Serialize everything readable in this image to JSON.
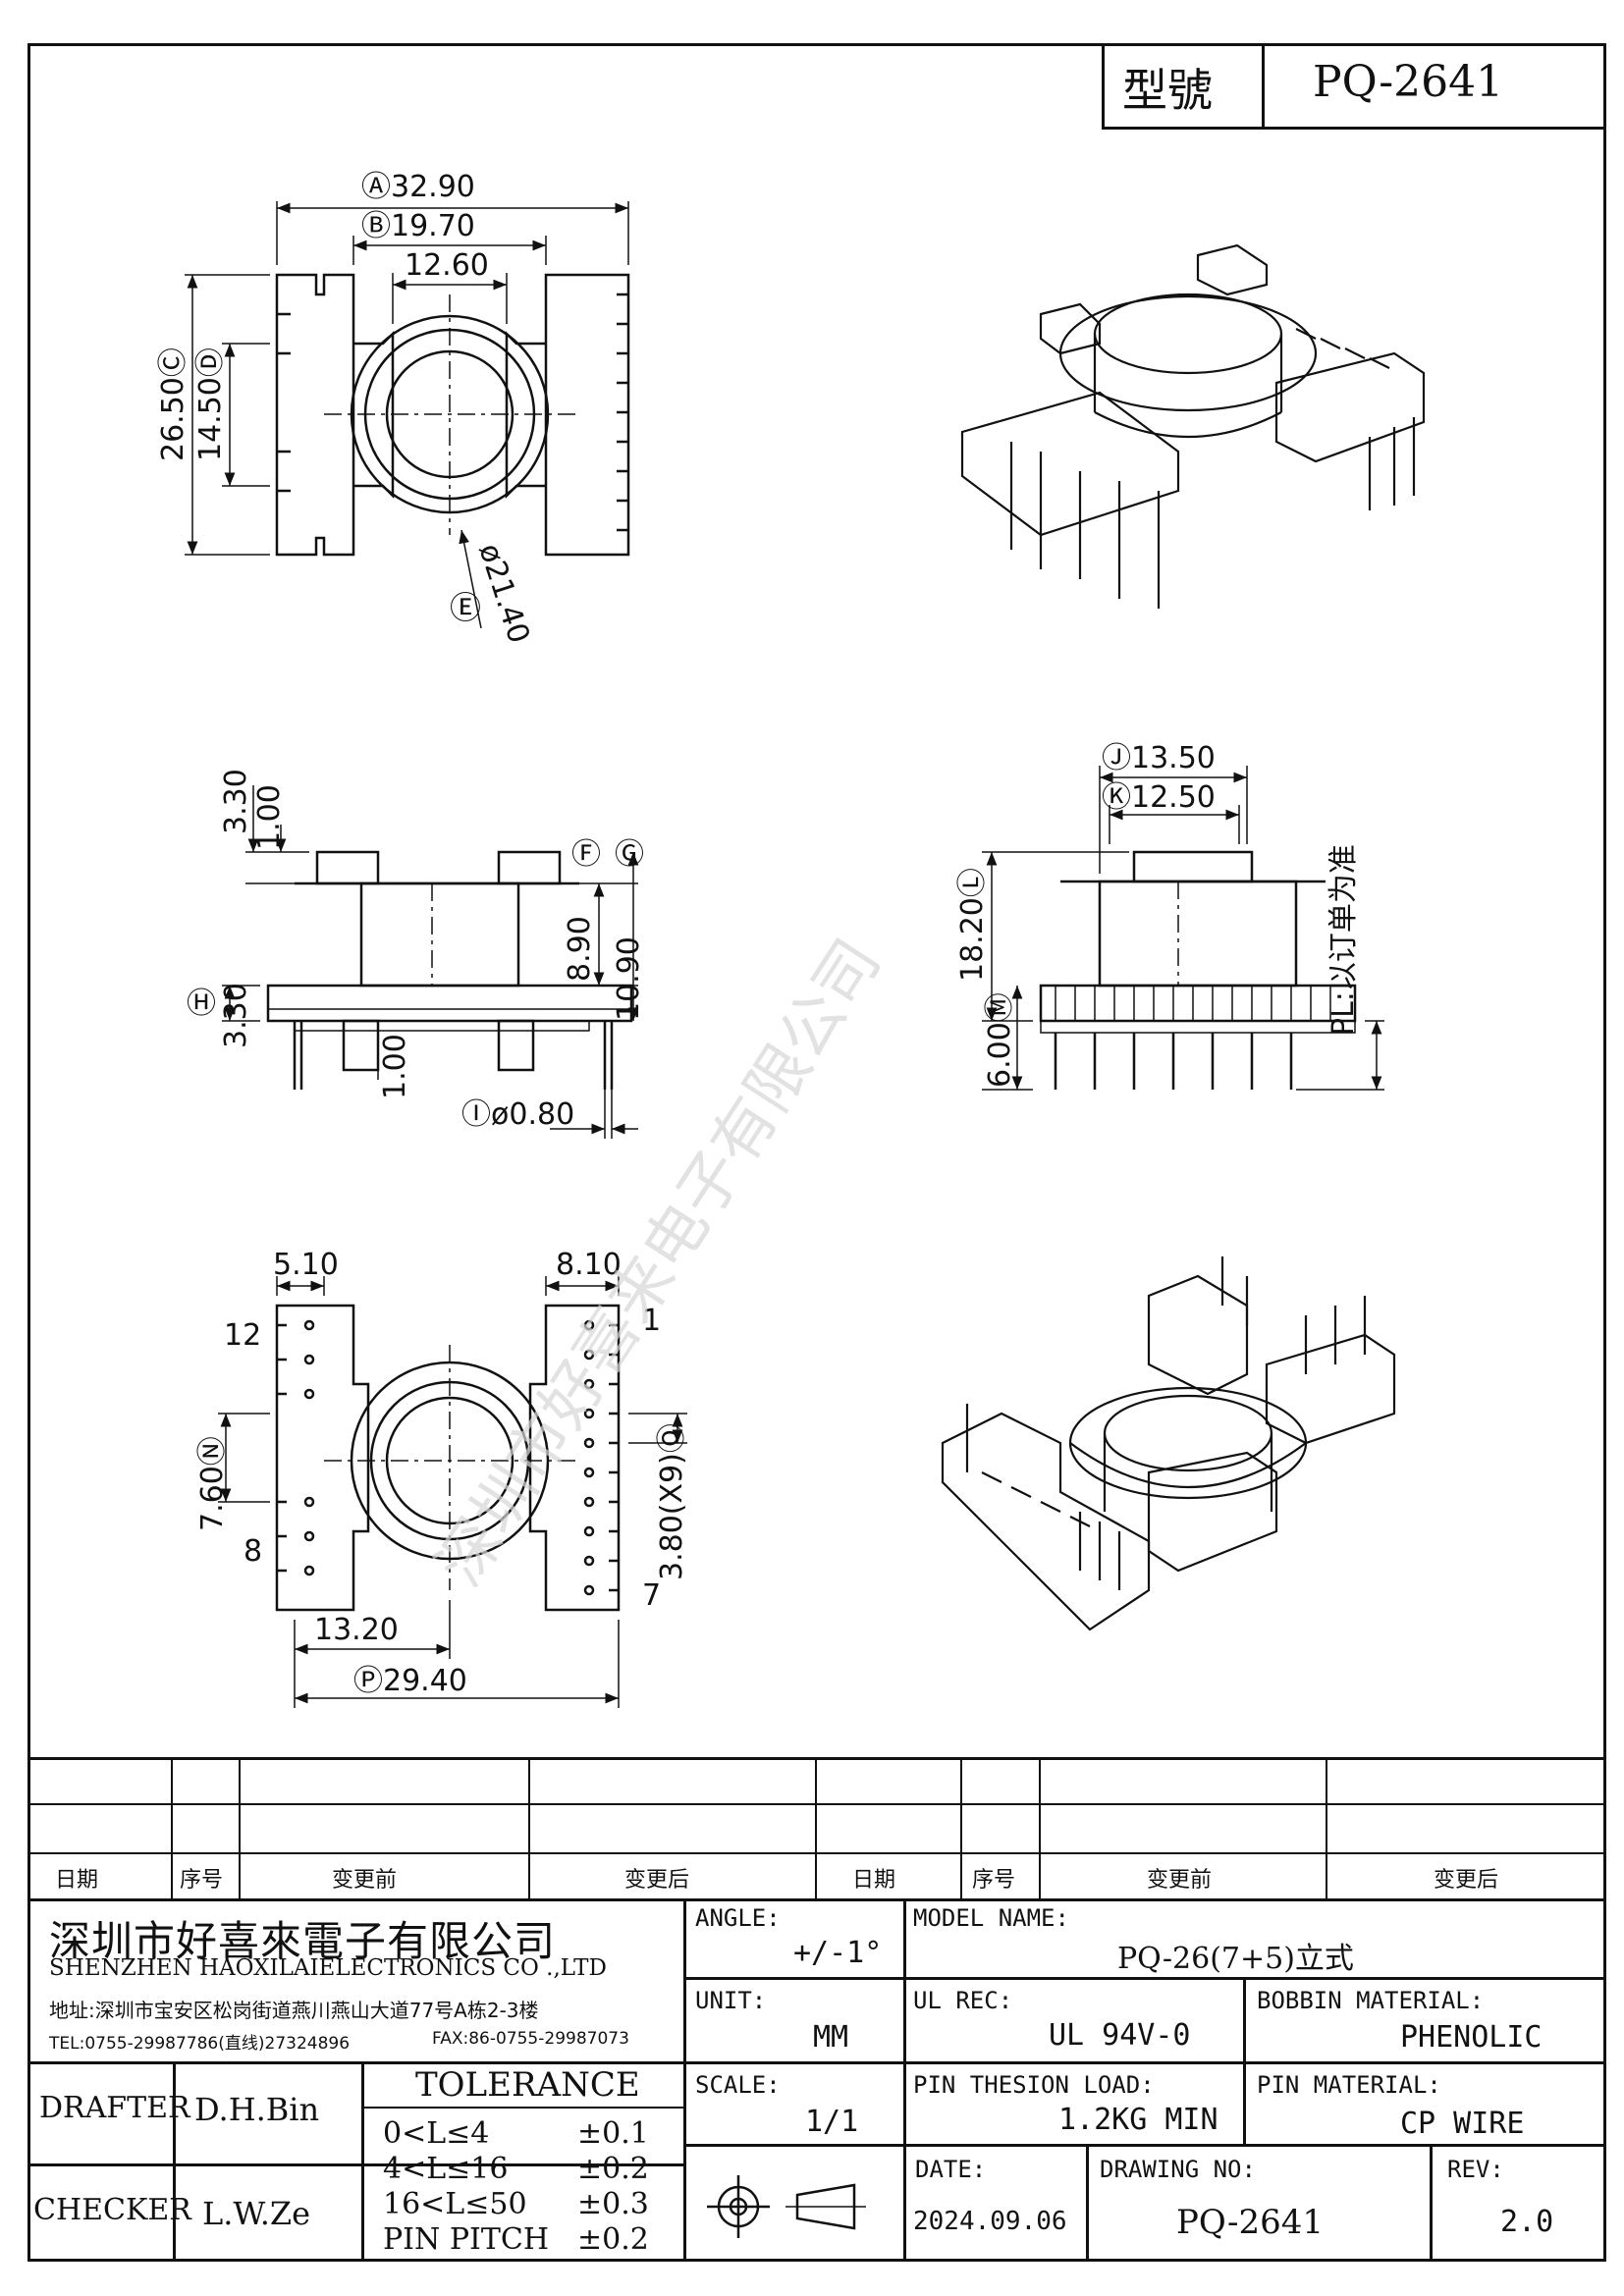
{
  "title_block": {
    "model_label": "型號",
    "model_value": "PQ-2641"
  },
  "views": {
    "top": {
      "dim_a": "Ⓐ32.90",
      "dim_b": "Ⓑ19.70",
      "dim_12_60": "12.60",
      "dim_c": "26.50Ⓒ",
      "dim_d": "14.50Ⓓ",
      "dim_e": "Ⓔ",
      "dim_e_val": "ø21.40"
    },
    "side": {
      "dim_3_30_top": "3.30",
      "dim_1_00_top": "1.00",
      "dim_f": "Ⓕ",
      "dim_g": "Ⓖ",
      "dim_8_90": "8.90",
      "dim_10_90": "10.90",
      "dim_h": "Ⓗ",
      "dim_3_30_bot": "3.30",
      "dim_1_00_bot": "1.00",
      "dim_i": "Ⓘø0.80"
    },
    "front": {
      "dim_j": "Ⓙ13.50",
      "dim_k": "Ⓚ12.50",
      "dim_l": "18.20Ⓛ",
      "dim_m": "6.00Ⓜ",
      "pl_note": "PL:以订单为准"
    },
    "bottom": {
      "dim_5_10": "5.10",
      "dim_8_10": "8.10",
      "pin_12": "12",
      "pin_1": "1",
      "pin_8": "8",
      "pin_7": "7",
      "dim_n": "7.60Ⓝ",
      "dim_o": "3.80(X9)Ⓞ",
      "dim_13_20": "13.20",
      "dim_p": "Ⓟ29.40"
    },
    "watermark": "深圳市好喜来电子有限公司"
  },
  "revision_table": {
    "headers": [
      "日期",
      "序号",
      "变更前",
      "变更后",
      "日期",
      "序号",
      "变更前",
      "变更后"
    ]
  },
  "company": {
    "name_cn": "深圳市好喜來電子有限公司",
    "name_en": "SHENZHEN HAOXILAIELECTRONICS CO .,LTD",
    "address": "地址:深圳市宝安区松岗街道燕川燕山大道77号A栋2-3楼",
    "tel": "TEL:0755-29987786(直线)27324896",
    "fax": "FAX:86-0755-29987073"
  },
  "info": {
    "angle_label": "ANGLE:",
    "angle_value": "+/-1°",
    "model_name_label": "MODEL NAME:",
    "model_name_value": "PQ-26(7+5)立式",
    "unit_label": "UNIT:",
    "unit_value": "MM",
    "ul_rec_label": "UL REC:",
    "ul_rec_value": "UL  94V-0",
    "bobbin_label": "BOBBIN MATERIAL:",
    "bobbin_value": "PHENOLIC",
    "scale_label": "SCALE:",
    "scale_value": "1/1",
    "pin_load_label": "PIN THESION LOAD:",
    "pin_load_value": "1.2KG MIN",
    "pin_mat_label": "PIN MATERIAL:",
    "pin_mat_value": "CP  WIRE",
    "date_label": "DATE:",
    "date_value": "2024.09.06",
    "drawing_no_label": "DRAWING NO:",
    "drawing_no_value": "PQ-2641",
    "rev_label": "REV:",
    "rev_value": "2.0"
  },
  "people": {
    "drafter_label": "DRAFTER",
    "drafter_value": "D.H.Bin",
    "checker_label": "CHECKER",
    "checker_value": "L.W.Ze"
  },
  "tolerance": {
    "title": "TOLERANCE",
    "rows": [
      {
        "range": "0<L≤4",
        "tol": "±0.1"
      },
      {
        "range": "4<L≤16",
        "tol": "±0.2"
      },
      {
        "range": "16<L≤50",
        "tol": "±0.3"
      },
      {
        "range": "PIN PITCH",
        "tol": "±0.2"
      }
    ]
  }
}
